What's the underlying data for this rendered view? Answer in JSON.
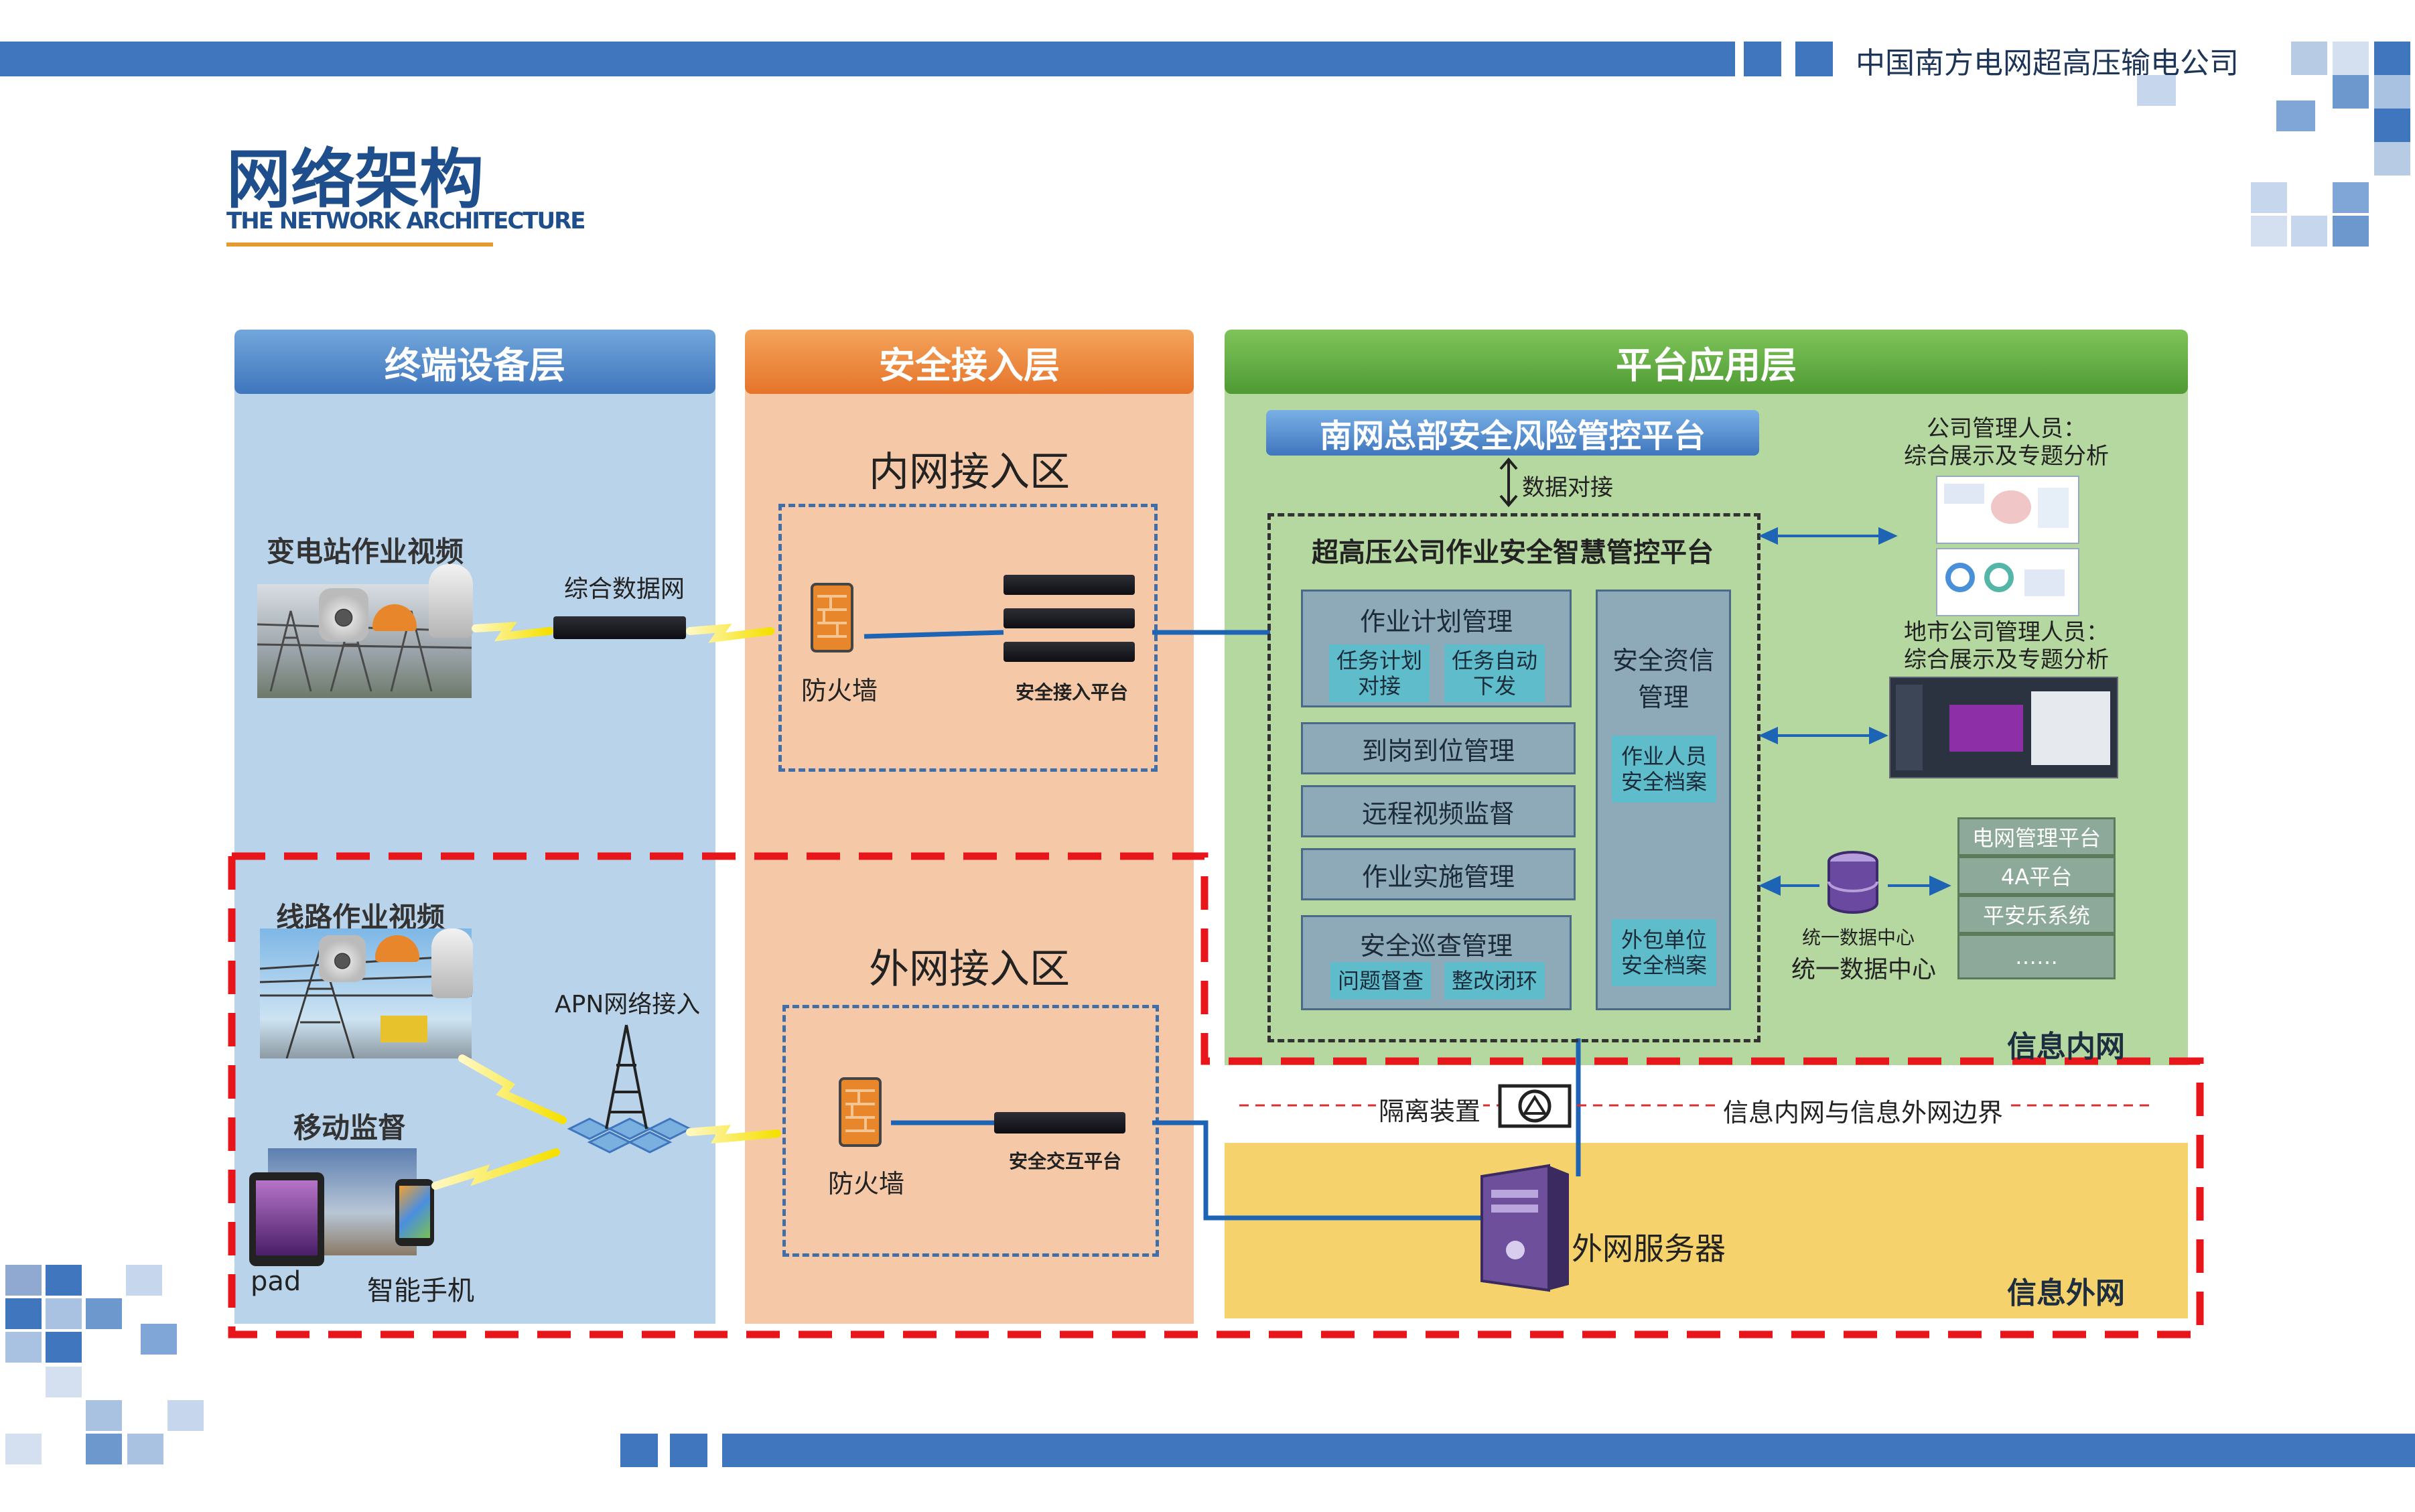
{
  "header": {
    "company": "中国南方电网超高压输电公司"
  },
  "title": {
    "cn": "网络架构",
    "en": "THE NETWORK ARCHITECTURE"
  },
  "columns": {
    "terminal": "终端设备层",
    "access": "安全接入层",
    "platform": "平台应用层"
  },
  "terminal": {
    "substation_video": "变电站作业视频",
    "data_network": "综合数据网",
    "line_video": "线路作业视频",
    "apn": "APN网络接入",
    "mobile": "移动监督",
    "pad": "pad",
    "phone": "智能手机"
  },
  "access": {
    "inner_zone": "内网接入区",
    "outer_zone": "外网接入区",
    "firewall": "防火墙",
    "access_platform": "安全接入平台",
    "exchange_platform": "安全交互平台"
  },
  "platform": {
    "hq_platform": "南网总部安全风险管控平台",
    "data_link": "数据对接",
    "main_platform": "超高压公司作业安全智慧管控平台",
    "plan_mgmt": "作业计划管理",
    "plan_sub1": "任务计划\n对接",
    "plan_sub2": "任务自动\n下发",
    "arrival": "到岗到位管理",
    "remote_video": "远程视频监督",
    "implement": "作业实施管理",
    "inspection": "安全巡查管理",
    "insp_sub1": "问题督查",
    "insp_sub2": "整改闭环",
    "qualification": "安全资信\n管理",
    "worker_files": "作业人员\n安全档案",
    "outsource_files": "外包单位\n安全档案",
    "company_users": "公司管理人员：\n综合展示及专题分析",
    "city_users": "地市公司管理人员：\n综合展示及专题分析",
    "data_center_small": "统一数据中心",
    "data_center": "统一数据中心",
    "systems": [
      "电网管理平台",
      "4A平台",
      "平安乐系统",
      "……"
    ],
    "inner_net": "信息内网",
    "isolation": "隔离装置",
    "boundary": "信息内网与信息外网边界",
    "outer_server": "外网服务器",
    "outer_net": "信息外网"
  },
  "colors": {
    "brand_blue": "#3f76bd",
    "terminal_bg": "#b9d3ea",
    "access_bg": "#f5c9a7",
    "platform_bg": "#b5d7a0",
    "outer_bg": "#f5d26b",
    "red_dash": "#e8161b"
  }
}
